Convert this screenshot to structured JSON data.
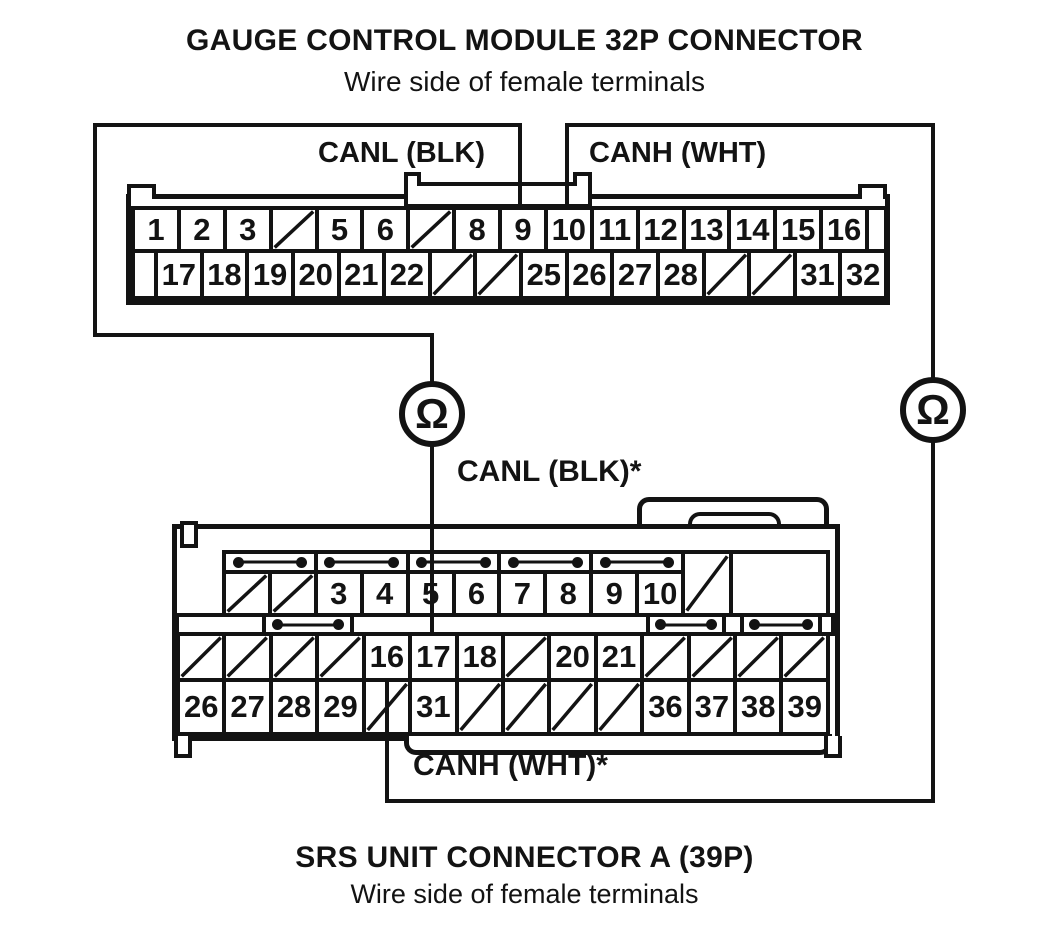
{
  "gauge_connector": {
    "title": "GAUGE CONTROL MODULE 32P CONNECTOR",
    "subtitle": "Wire side of female terminals",
    "canl_label": "CANL (BLK)",
    "canh_label": "CANH (WHT)",
    "pin_row_1": [
      "1",
      "2",
      "3",
      "/",
      "5",
      "6",
      "/",
      "8",
      "9",
      "10",
      "11",
      "12",
      "13",
      "14",
      "15",
      "16",
      "#"
    ],
    "pin_row_2": [
      "#",
      "17",
      "18",
      "19",
      "20",
      "21",
      "22",
      "/",
      "/",
      "25",
      "26",
      "27",
      "28",
      "/",
      "/",
      "31",
      "32"
    ]
  },
  "ohmmeter": {
    "symbol": "Ω"
  },
  "srs_connector": {
    "canl_label": "CANL (BLK)*",
    "canh_label": "CANH (WHT)*",
    "title": "SRS UNIT CONNECTOR A (39P)",
    "subtitle": "Wire side of female terminals",
    "bus_bar_row": [
      "=",
      "=",
      "=",
      "=",
      "="
    ],
    "pin_row_1": [
      "/",
      "/",
      "3",
      "4",
      "5",
      "6",
      "7",
      "8",
      "9",
      "10"
    ],
    "pin_row_2": [
      "/",
      "/",
      "/",
      "/",
      "16",
      "17",
      "18",
      "/",
      "20",
      "21",
      "/",
      "/",
      "/",
      "/"
    ],
    "pin_row_3": [
      "26",
      "27",
      "28",
      "29",
      "/",
      "31",
      "/",
      "/",
      "/",
      "/",
      "36",
      "37",
      "38",
      "39"
    ]
  }
}
